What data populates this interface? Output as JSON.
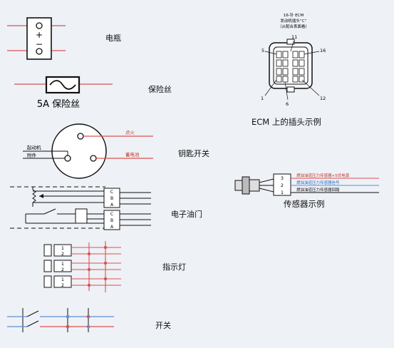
{
  "labels": {
    "battery": "电瓶",
    "fuse": "保险丝",
    "fuse_rating": "5A 保险丝",
    "key_switch": "钥匙开关",
    "throttle": "电子油门",
    "indicator": "指示灯",
    "switch": "开关",
    "ecm_example": "ECM 上的插头示例",
    "sensor_example": "传感器示例"
  },
  "key_switch_wires": {
    "starter": "起动机",
    "accessory": "附件",
    "ignition": "点火",
    "battery_feed": "蓄电池"
  },
  "ecm_connector": {
    "title_line1": "16-针 ECM",
    "title_line2": "发动机插头“C”",
    "title_line3": "（从配合表面看）",
    "pin_labels": [
      "5",
      "11",
      "16",
      "1",
      "6",
      "12"
    ]
  },
  "sensor_connector": {
    "pins": [
      "3",
      "2",
      "1"
    ],
    "wires": [
      "燃油油道压力传感器+5伏电源",
      "燃油油道压力传感器信号",
      "燃油油道压力传感器回路"
    ]
  },
  "throttle_pins": {
    "upper": [
      "C",
      "B",
      "A"
    ],
    "lower": [
      "C",
      "B",
      "A"
    ]
  },
  "indicator_pins": [
    "1",
    "2"
  ],
  "battery_symbols": {
    "plus": "+",
    "minus": "−"
  },
  "colors": {
    "wire_red": "#d9534f",
    "wire_blue": "#5b8fd6",
    "ink": "#111111"
  }
}
